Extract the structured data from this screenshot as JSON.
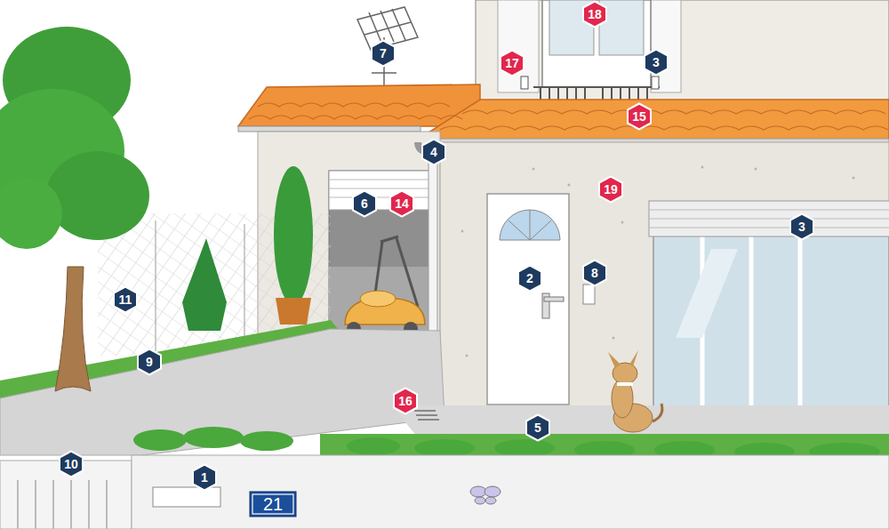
{
  "diagram": {
    "nodes": [
      {
        "text": [
          "18"
        ]
      },
      {
        "text": [
          "7"
        ]
      },
      {
        "text": [
          "17"
        ]
      },
      {
        "text": [
          "3"
        ]
      },
      {
        "text": [
          "15"
        ]
      },
      {
        "text": [
          "4"
        ]
      },
      {
        "text": [
          "19"
        ]
      },
      {
        "text": [
          "6"
        ]
      },
      {
        "text": [
          "14"
        ]
      },
      {
        "text": [
          "3"
        ]
      },
      {
        "text": [
          "2"
        ]
      },
      {
        "text": [
          "8"
        ]
      },
      {
        "text": [
          "11"
        ]
      },
      {
        "text": [
          "9"
        ]
      },
      {
        "text": [
          "16"
        ]
      },
      {
        "text": [
          "5"
        ]
      },
      {
        "text": [
          "10"
        ]
      },
      {
        "text": [
          "1"
        ]
      },
      {
        "text": [
          "21"
        ]
      }
    ]
  }
}
